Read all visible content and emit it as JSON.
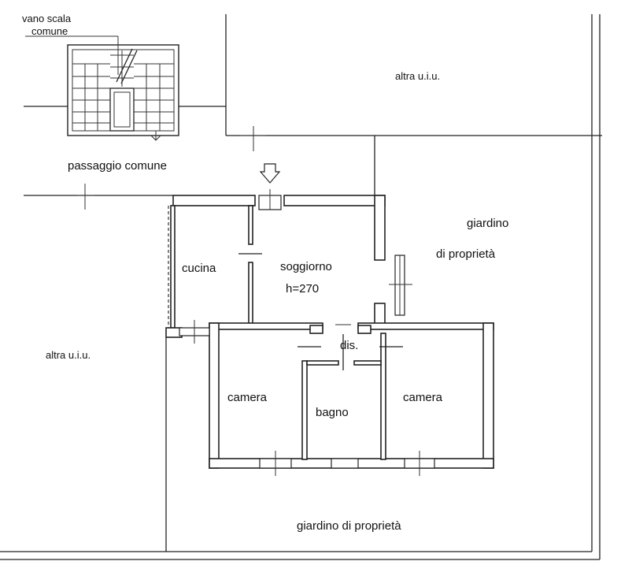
{
  "labels": {
    "stair": [
      "vano scala",
      "comune"
    ],
    "passage": "passaggio comune",
    "other_unit_top": "altra u.i.u.",
    "other_unit_left": "altra u.i.u.",
    "garden_right": [
      "giardino",
      "di proprietà"
    ],
    "garden_bottom": "giardino di proprietà",
    "kitchen": "cucina",
    "living": "soggiorno",
    "height": "h=270",
    "hall": "dis.",
    "bedroom_left": "camera",
    "bathroom": "bagno",
    "bedroom_right": "camera"
  },
  "colors": {
    "line": "#222222",
    "background": "#ffffff"
  },
  "icons": {
    "entrance": "entrance-arrow-icon"
  }
}
